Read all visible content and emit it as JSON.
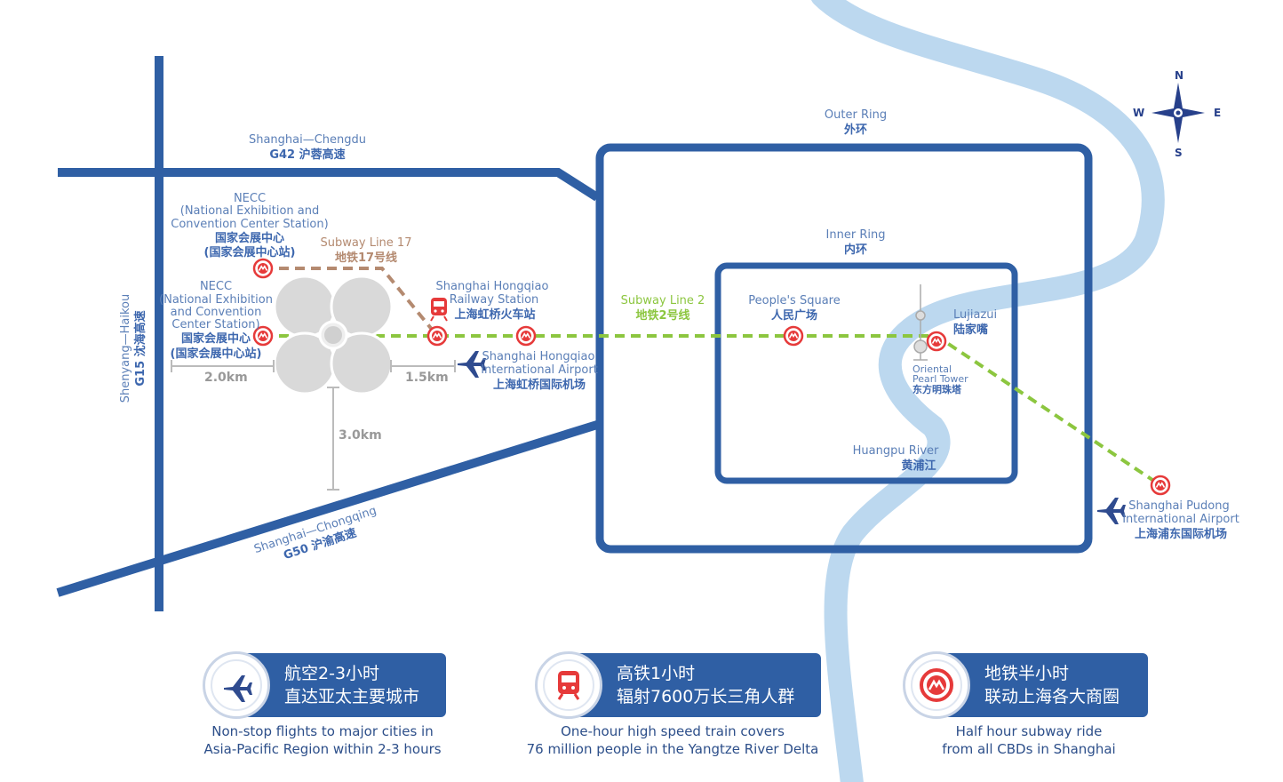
{
  "compass": {
    "n": "N",
    "s": "S",
    "e": "E",
    "w": "W"
  },
  "rings": {
    "outer_en": "Outer Ring",
    "outer_cn": "外环",
    "inner_en": "Inner Ring",
    "inner_cn": "内环"
  },
  "highways": {
    "g42_en": "Shanghai—Chengdu",
    "g42_cn": "G42 沪蓉高速",
    "g15_en": "Shenyang—Haikou",
    "g15_cn": "G15 沈海高速",
    "g50_en": "Shanghai—Chongqing",
    "g50_cn": "G50 沪渝高速"
  },
  "stations": {
    "necc_top": {
      "line1": "NECC",
      "line2": "(National Exhibition and",
      "line3": "Convention Center Station)",
      "cn1": "国家会展中心",
      "cn2": "(国家会展中心站)"
    },
    "necc_left": {
      "line1": "NECC",
      "line2": "(National Exhibition",
      "line3": "and Convention",
      "line4": "Center Station)",
      "cn1": "国家会展中心",
      "cn2": "(国家会展中心站)"
    },
    "hongqiao_rail": {
      "en1": "Shanghai Hongqiao",
      "en2": "Railway Station",
      "cn": "上海虹桥火车站"
    },
    "hongqiao_airport": {
      "en1": "Shanghai Hongqiao",
      "en2": "International Airport",
      "cn": "上海虹桥国际机场"
    },
    "peoples_square": {
      "en": "People's Square",
      "cn": "人民广场"
    },
    "lujiazui": {
      "en": "Lujiazui",
      "cn": "陆家嘴"
    },
    "pearl_tower": {
      "en1": "Oriental",
      "en2": "Pearl Tower",
      "cn": "东方明珠塔"
    },
    "huangpu": {
      "en": "Huangpu River",
      "cn": "黄浦江"
    },
    "pudong_airport": {
      "en1": "Shanghai Pudong",
      "en2": "International Airport",
      "cn": "上海浦东国际机场"
    }
  },
  "subway": {
    "line17_en": "Subway Line 17",
    "line17_cn": "地铁17号线",
    "line2_en": "Subway Line 2",
    "line2_cn": "地铁2号线"
  },
  "distances": {
    "west": "2.0km",
    "east": "1.5km",
    "south": "3.0km"
  },
  "colors": {
    "road_blue": "#2f5fa4",
    "river_blue": "#bcd8ef",
    "line2_green": "#8cc63f",
    "line17_brown": "#b48a70",
    "metro_red": "#e63a3a"
  },
  "cards": [
    {
      "icon": "airplane-icon",
      "title1": "航空2-3小时",
      "title2": "直达亚太主要城市",
      "desc1": "Non-stop flights to major cities in",
      "desc2": "Asia-Pacific Region within 2-3 hours"
    },
    {
      "icon": "train-icon",
      "title1": "高铁1小时",
      "title2": "辐射7600万长三角人群",
      "desc1": "One-hour high speed train covers",
      "desc2": "76 million people in the Yangtze River Delta"
    },
    {
      "icon": "metro-icon",
      "title1": "地铁半小时",
      "title2": "联动上海各大商圈",
      "desc1": "Half hour subway ride",
      "desc2": "from all CBDs in Shanghai"
    }
  ]
}
